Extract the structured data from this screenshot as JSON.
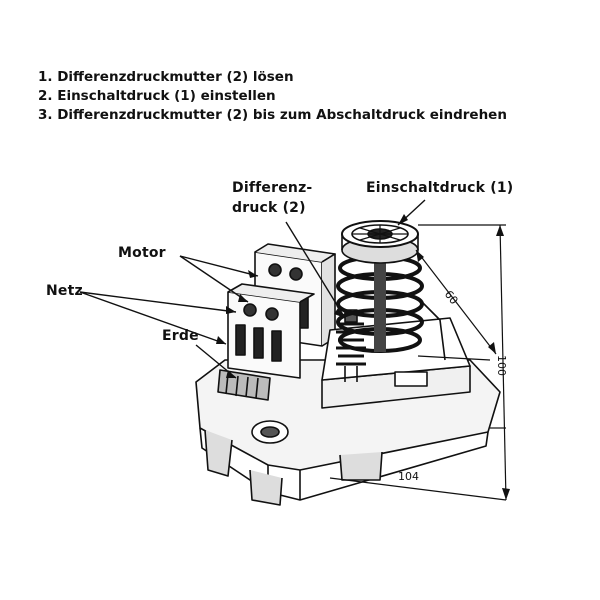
{
  "instructions": [
    "1. Differenzdruckmutter (2)  lösen",
    "2. Einschaltdruck (1) einstellen",
    "3. Differenzdruckmutter (2) bis zum Abschaltdruck eindrehen"
  ],
  "labels": {
    "differenz_line1": "Differenz-",
    "differenz_line2": "druck (2)",
    "einschaltdruck": "Einschaltdruck (1)",
    "motor": "Motor",
    "netz": "Netz",
    "erde": "Erde"
  },
  "dimensions": {
    "width": "104",
    "height": "100",
    "spring": "60"
  }
}
